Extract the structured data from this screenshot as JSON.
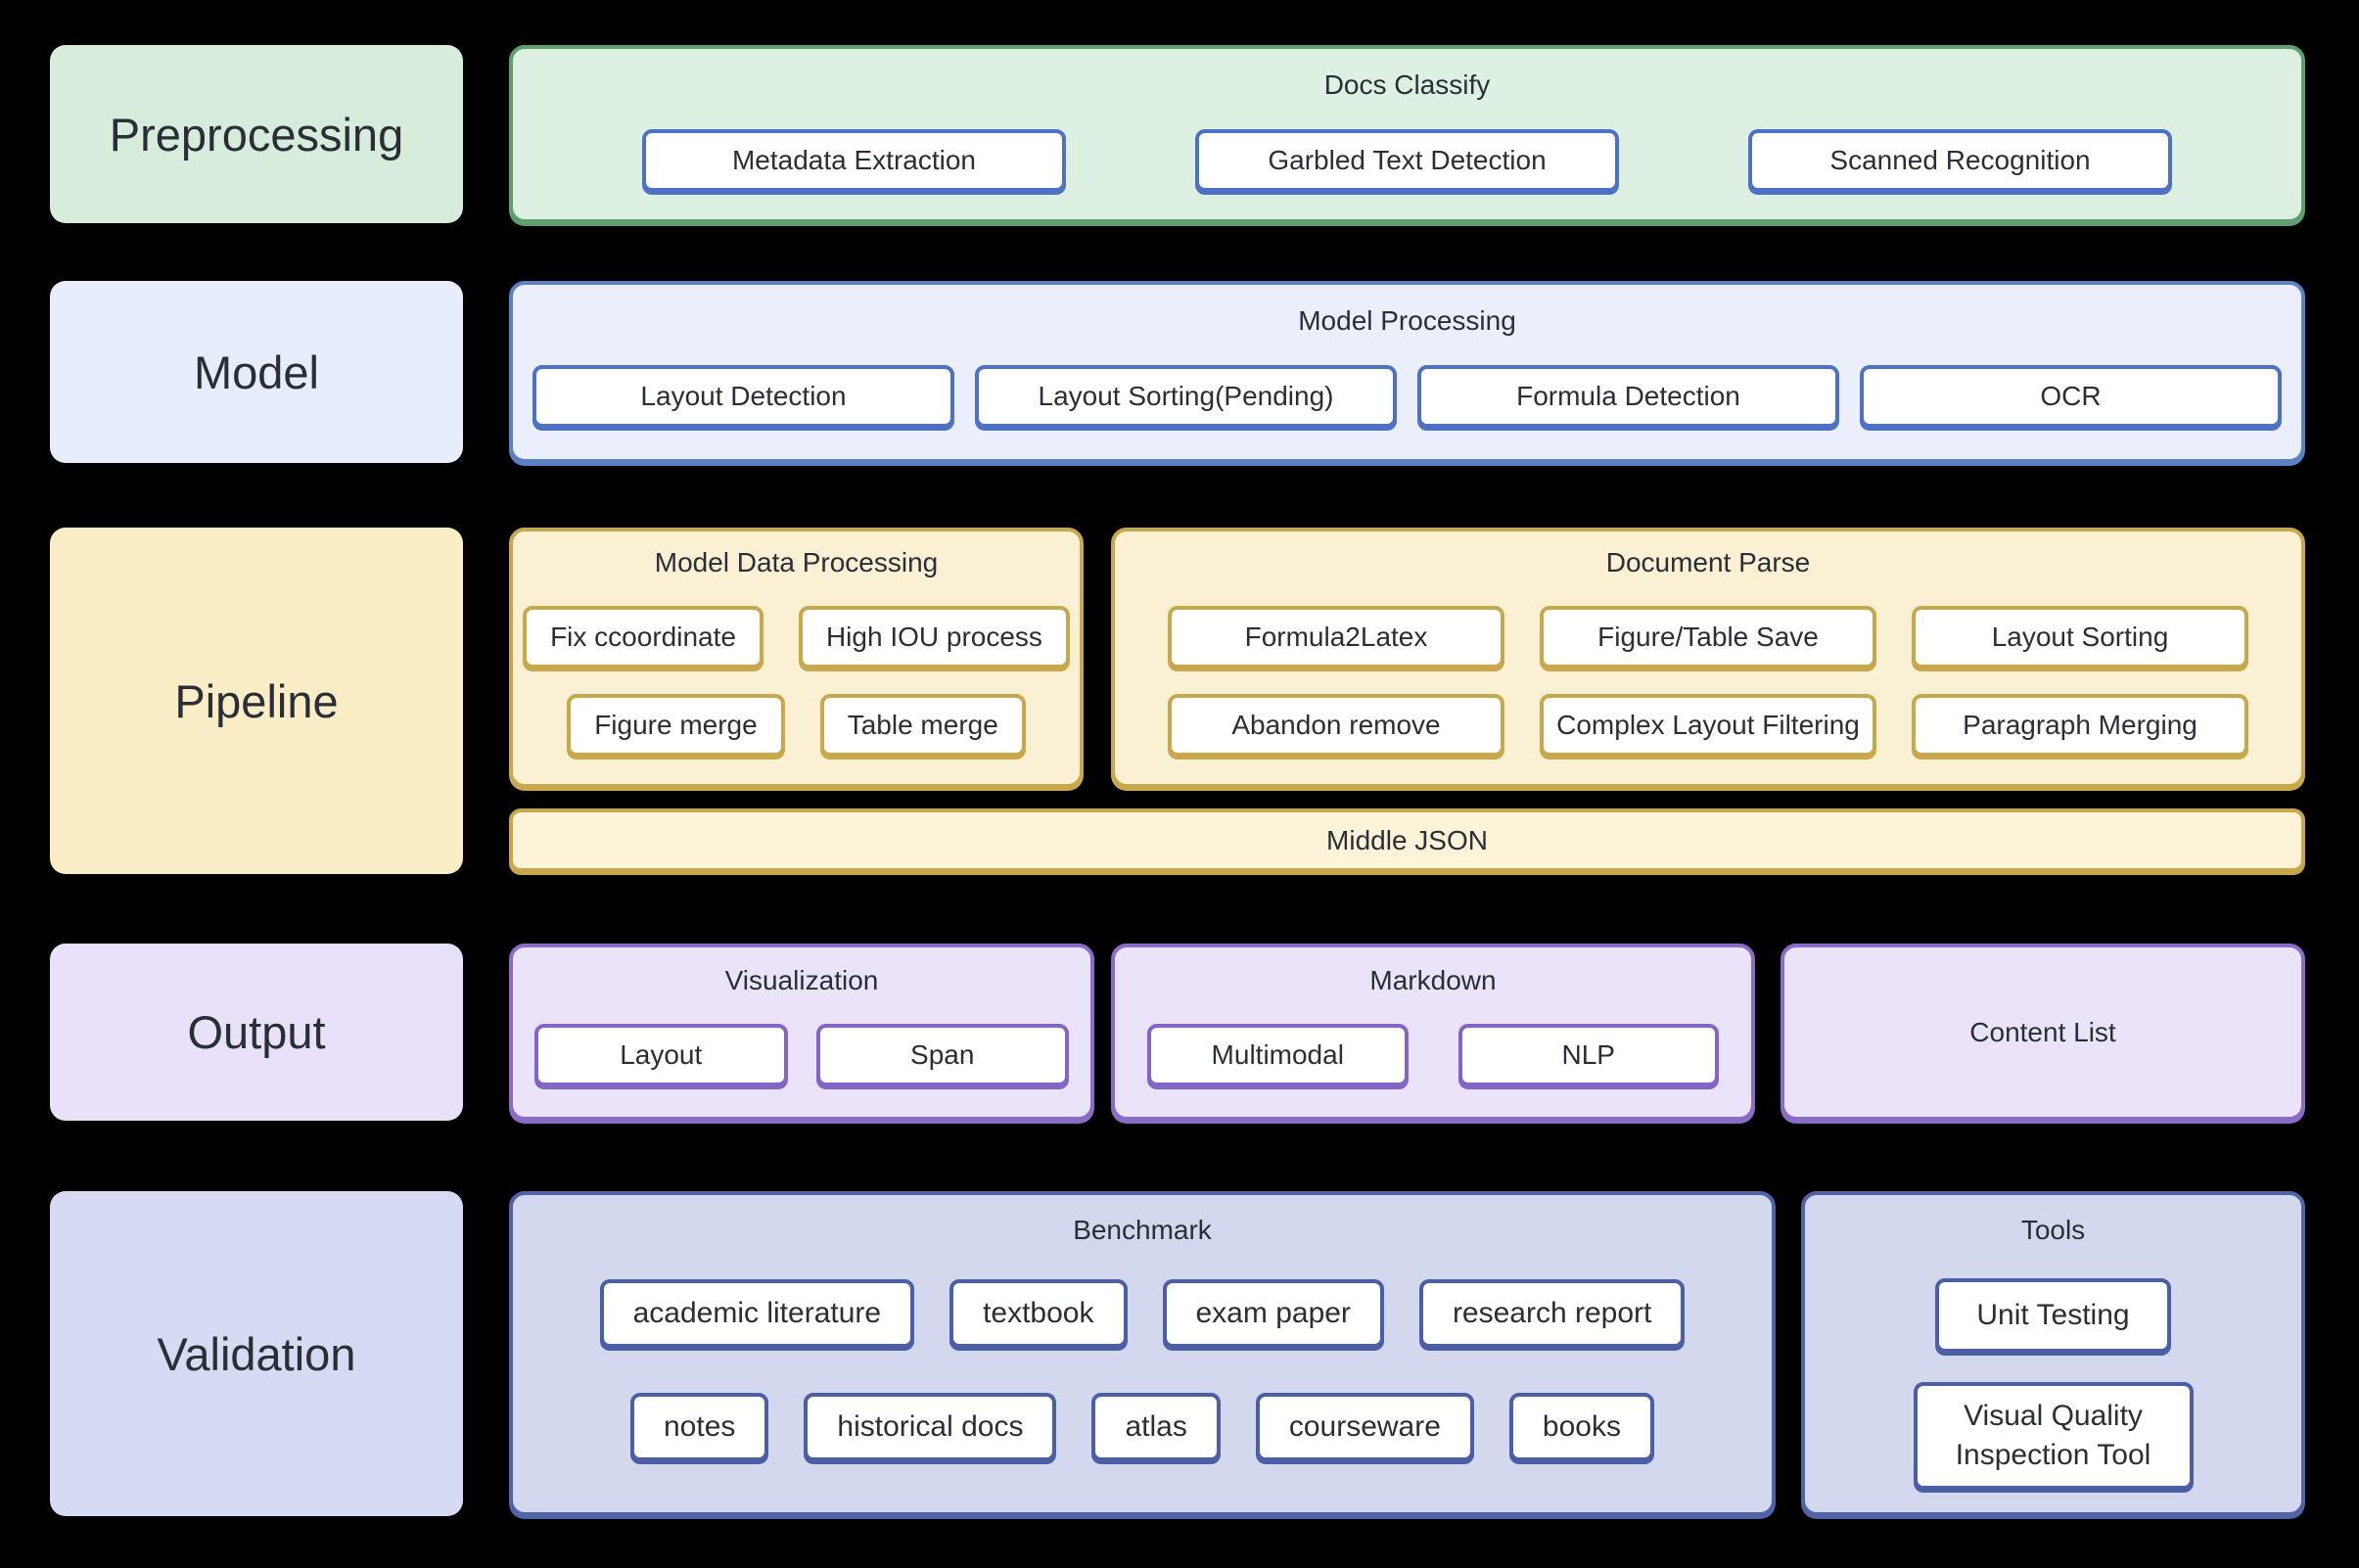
{
  "palette": {
    "background": "#000000",
    "text": "#2a2e36",
    "node_bg": "#ffffff",
    "green": {
      "label_bg": "#d8ecdb",
      "container_bg": "#def0e2",
      "border": "#5f9e6e",
      "node_border": "#4d72c5"
    },
    "blue": {
      "label_bg": "#e8edfb",
      "container_bg": "#eaeffb",
      "border": "#5b82c9",
      "node_border": "#4d72c5"
    },
    "yellow": {
      "label_bg": "#fbeec6",
      "container_bg": "#faf0d3",
      "border": "#c9a84c",
      "node_border": "#c9a84c",
      "middle_bg": "#fdf3d8"
    },
    "purple": {
      "label_bg": "#e9e1f9",
      "container_bg": "#ebe3f9",
      "border": "#8a6cc8",
      "node_border": "#8265c6"
    },
    "periwinkle": {
      "label_bg": "#d6daf2",
      "container_bg": "#d3d8ef",
      "border": "#4f63a8",
      "node_border": "#4a5fa5"
    }
  },
  "rows": {
    "preprocessing": {
      "label": "Preprocessing",
      "docs_classify": {
        "title": "Docs Classify",
        "items": [
          "Metadata Extraction",
          "Garbled Text Detection",
          "Scanned Recognition"
        ]
      }
    },
    "model": {
      "label": "Model",
      "model_processing": {
        "title": "Model Processing",
        "items": [
          "Layout Detection",
          "Layout Sorting(Pending)",
          "Formula Detection",
          "OCR"
        ]
      }
    },
    "pipeline": {
      "label": "Pipeline",
      "model_data_processing": {
        "title": "Model Data Processing",
        "row1": [
          "Fix ccoordinate",
          "High IOU process"
        ],
        "row2": [
          "Figure merge",
          "Table merge"
        ]
      },
      "document_parse": {
        "title": "Document Parse",
        "row1": [
          "Formula2Latex",
          "Figure/Table Save",
          "Layout Sorting"
        ],
        "row2": [
          "Abandon remove",
          "Complex Layout Filtering",
          "Paragraph Merging"
        ]
      },
      "middle_json": {
        "label": "Middle JSON"
      }
    },
    "output": {
      "label": "Output",
      "visualization": {
        "title": "Visualization",
        "items": [
          "Layout",
          "Span"
        ]
      },
      "markdown": {
        "title": "Markdown",
        "items": [
          "Multimodal",
          "NLP"
        ]
      },
      "content_list": {
        "title": "Content List"
      }
    },
    "validation": {
      "label": "Validation",
      "benchmark": {
        "title": "Benchmark",
        "row1": [
          "academic literature",
          "textbook",
          "exam paper",
          "research report"
        ],
        "row2": [
          "notes",
          "historical docs",
          "atlas",
          "courseware",
          "books"
        ]
      },
      "tools": {
        "title": "Tools",
        "items": [
          "Unit Testing",
          "Visual Quality Inspection Tool"
        ]
      }
    }
  }
}
